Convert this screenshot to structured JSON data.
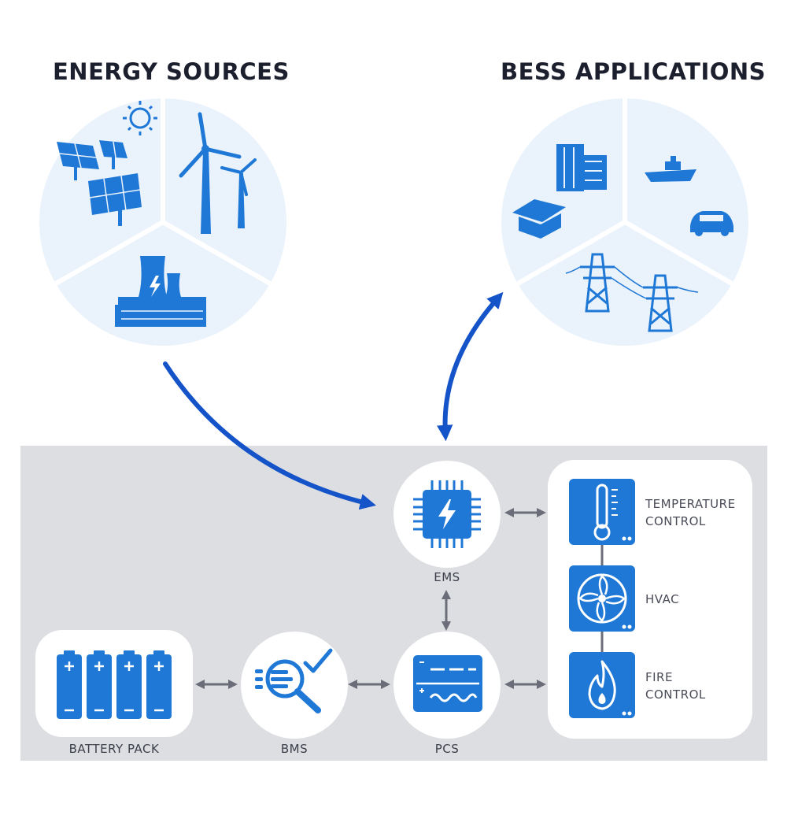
{
  "headings": {
    "sources": "ENERGY SOURCES",
    "applications": "BESS APPLICATIONS"
  },
  "nodes": {
    "battery_pack": "BATTERY PACK",
    "bms": "BMS",
    "pcs": "PCS",
    "ems": "EMS"
  },
  "auxiliary": {
    "temperature": [
      "TEMPERATURE",
      "CONTROL"
    ],
    "hvac": "HVAC",
    "fire": [
      "FIRE",
      "CONTROL"
    ]
  },
  "colors": {
    "primary_blue": "#1f78d6",
    "arrow_blue": "#1553c9",
    "circle_bg": "#eaf3fc",
    "panel_bg": "#dddee2",
    "connector_gray": "#6b6e78"
  },
  "icons": {
    "sources": [
      "sun-icon",
      "solar-panel-icon",
      "wind-turbine-icon",
      "power-plant-icon"
    ],
    "applications": [
      "building-icon",
      "house-icon",
      "ship-icon",
      "car-icon",
      "power-line-icon"
    ]
  }
}
